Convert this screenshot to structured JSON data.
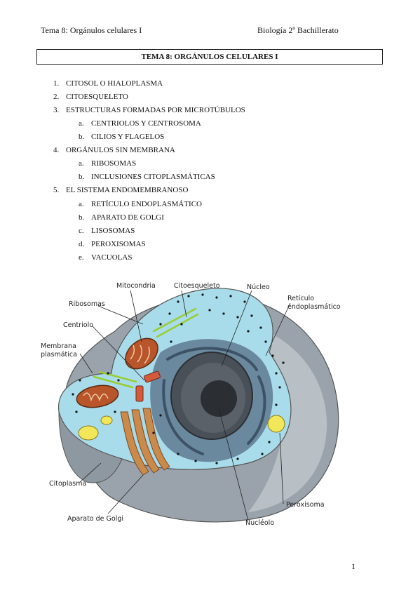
{
  "header": {
    "left": "Tema 8: Orgánulos celulares I",
    "right": "Biología 2º Bachillerato"
  },
  "title": "TEMA 8: ORGÁNULOS CELULARES I",
  "toc": [
    {
      "num": "1.",
      "label": "CITOSOL O HIALOPLASMA",
      "sub": []
    },
    {
      "num": "2.",
      "label": "CITOESQUELETO",
      "sub": []
    },
    {
      "num": "3.",
      "label": "ESTRUCTURAS FORMADAS POR MICROTÚBULOS",
      "sub": [
        {
          "num": "a.",
          "label": "CENTRIOLOS Y CENTROSOMA"
        },
        {
          "num": "b.",
          "label": "CILIOS Y FLAGELOS"
        }
      ]
    },
    {
      "num": "4.",
      "label": "ORGÁNULOS SIN MEMBRANA",
      "sub": [
        {
          "num": "a.",
          "label": "RIBOSOMAS"
        },
        {
          "num": "b.",
          "label": "INCLUSIONES CITOPLASMÁTICAS"
        }
      ]
    },
    {
      "num": "5.",
      "label": "EL SISTEMA ENDOMEMBRANOSO",
      "sub": [
        {
          "num": "a.",
          "label": "RETÍCULO ENDOPLASMÁTICO"
        },
        {
          "num": "b.",
          "label": "APARATO DE GOLGI"
        },
        {
          "num": "c.",
          "label": "LISOSOMAS"
        },
        {
          "num": "d.",
          "label": "PEROXISOMAS"
        },
        {
          "num": "e.",
          "label": "VACUOLAS"
        }
      ]
    }
  ],
  "diagram": {
    "labels": {
      "mitocondria": "Mitocondria",
      "citoesqueleto": "Citoesqueleto",
      "nucleo": "Núcleo",
      "reticulo_1": "Retículo",
      "reticulo_2": "endoplasmático",
      "ribosomas": "Ribosomas",
      "centriolo": "Centriolo",
      "membrana_1": "Membrana",
      "membrana_2": "plasmática",
      "citoplasma": "Citoplasma",
      "peroxisoma": "Peroxisoma",
      "golgi": "Aparato de Golgi",
      "nucleolo": "Nucléolo"
    },
    "colors": {
      "cytoplasm": "#a9dcea",
      "outer": "#9aa3ab",
      "nucleus": "#4a5058",
      "nucleolus": "#2b2f33",
      "mitochondria": "#b8552a",
      "golgi": "#c98a4c",
      "er": "#5f7a92",
      "lysosome": "#f2e65a",
      "cytoskeleton": "#9acd32"
    }
  },
  "page_number": "1"
}
